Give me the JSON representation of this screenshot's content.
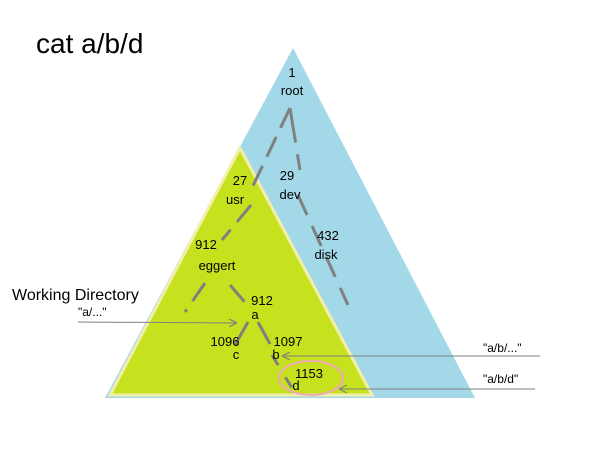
{
  "title": "cat a/b/d",
  "working_directory_label": "Working Directory",
  "colors": {
    "outer_triangle": "#a3d8e8",
    "inner_triangle": "#c6e21e",
    "inner_border": "#f3eeaa",
    "edge_lines": "#808080",
    "arrows": "#7f7f7f",
    "highlight_circle": "#f0a8b8"
  },
  "nodes": {
    "root": {
      "number": "1",
      "name": "root"
    },
    "usr": {
      "number": "27",
      "name": "usr"
    },
    "dev": {
      "number": "29",
      "name": "dev"
    },
    "eggert": {
      "number": "912",
      "name": "eggert"
    },
    "disk": {
      "number": "432",
      "name": "disk"
    },
    "a": {
      "number": "912",
      "name": "a"
    },
    "c": {
      "number": "1096",
      "name": "c"
    },
    "b": {
      "number": "1097",
      "name": "b"
    },
    "d": {
      "number": "1153",
      "name": "d"
    }
  },
  "path_labels": {
    "a": "\"a/...\"",
    "ab": "\"a/b/...\"",
    "abd": "\"a/b/d\""
  }
}
